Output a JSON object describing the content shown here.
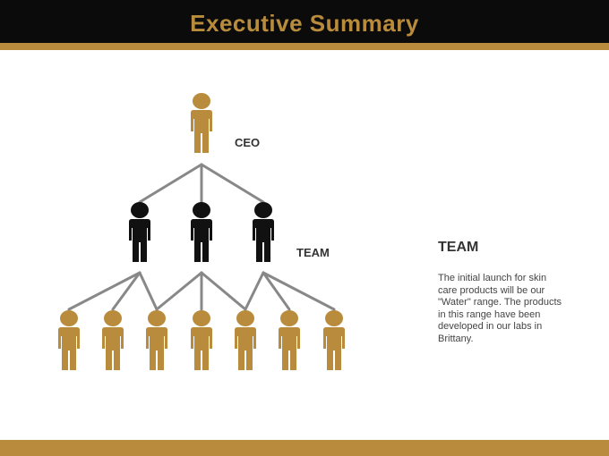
{
  "header": {
    "title": "Executive Summary"
  },
  "diagram": {
    "ceo_label": "CEO",
    "team_label": "TEAM",
    "levels": [
      {
        "count": 1,
        "color": "#b88c3c"
      },
      {
        "count": 3,
        "color": "#111111"
      },
      {
        "count": 7,
        "color": "#b88c3c"
      }
    ],
    "connector_color": "#888888"
  },
  "side_panel": {
    "heading": "TEAM",
    "body": "The initial launch for skin care products will be our \"Water\" range. The products in this range have been developed in our labs in Brittany."
  },
  "colors": {
    "accent": "#b88c3c",
    "header_bg": "#0b0b0b"
  }
}
